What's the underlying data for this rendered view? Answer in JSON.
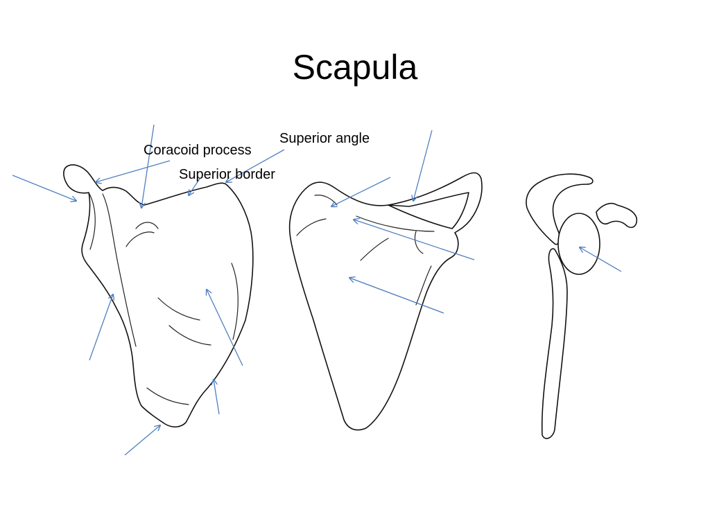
{
  "slide": {
    "title": "Scapula"
  },
  "labels": {
    "coracoid_process": "Coracoid process",
    "superior_angle": "Superior angle",
    "superior_border": "Superior border"
  },
  "colors": {
    "arrow": "#4f7fc0",
    "outline": "#111111",
    "background": "#ffffff"
  }
}
